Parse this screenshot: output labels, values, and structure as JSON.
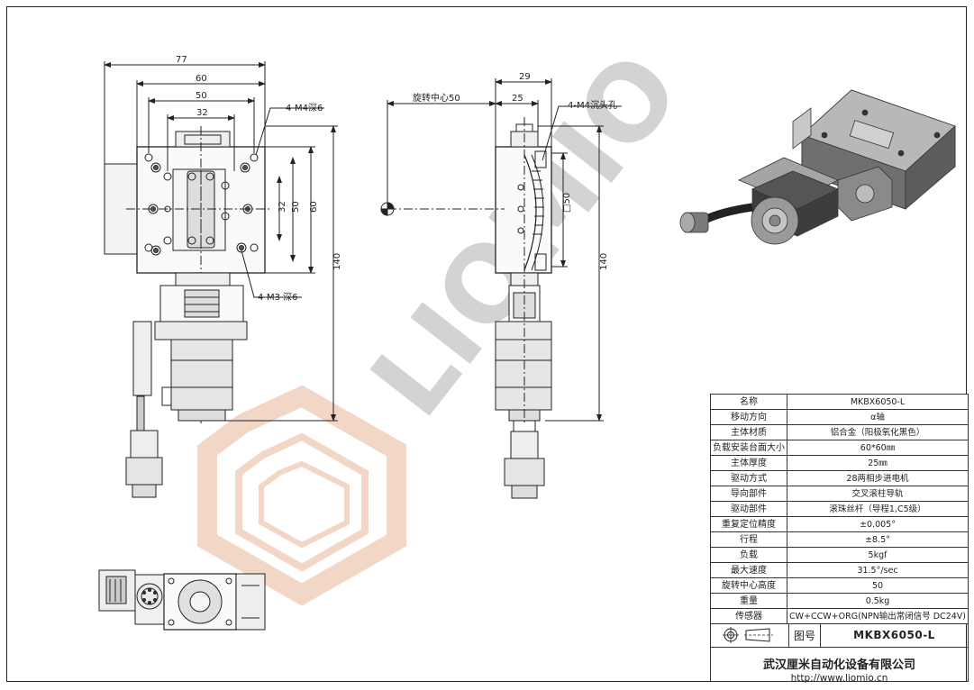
{
  "watermark": {
    "brand": "LIOMIO"
  },
  "dims": {
    "front": {
      "d77": "77",
      "d60": "60",
      "d50": "50",
      "d32": "32",
      "hole_top": "4-M4深6",
      "hole_bottom": "4-M3 深6",
      "v32": "32",
      "v50": "50",
      "v60": "60",
      "v140": "140"
    },
    "side": {
      "rot_center": "旋转中心50",
      "d29": "29",
      "d25": "25",
      "hole": "4-M4沉头孔",
      "sq50": "□50",
      "v140": "140"
    }
  },
  "spec_table": {
    "rows": [
      {
        "key": "名称",
        "value": "MKBX6050-L"
      },
      {
        "key": "移动方向",
        "value": "α轴"
      },
      {
        "key": "主体材质",
        "value": "铝合金（阳极氧化黑色）"
      },
      {
        "key": "负载安装台面大小",
        "value": "60*60㎜"
      },
      {
        "key": "主体厚度",
        "value": "25㎜"
      },
      {
        "key": "驱动方式",
        "value": "28两相步进电机"
      },
      {
        "key": "导向部件",
        "value": "交叉滚柱导轨"
      },
      {
        "key": "驱动部件",
        "value": "滚珠丝杆（导程1,C5级）"
      },
      {
        "key": "重复定位精度",
        "value": "±0.005°"
      },
      {
        "key": "行程",
        "value": "±8.5°"
      },
      {
        "key": "负载",
        "value": "5kgf"
      },
      {
        "key": "最大速度",
        "value": "31.5°/sec"
      },
      {
        "key": "旋转中心高度",
        "value": "50"
      },
      {
        "key": "重量",
        "value": "0.5kg"
      },
      {
        "key": "传感器",
        "value": "CW+CCW+ORG(NPN输出常闭信号 DC24V)"
      }
    ],
    "drawing_no_label": "图号",
    "model": "MKBX6050-L",
    "company": "武汉厘米自动化设备有限公司",
    "url": "http://www.liomio.cn"
  },
  "colors": {
    "line": "#222222",
    "metal": "#9a9a9a",
    "watermark_orange": "#e8b89a",
    "watermark_gray": "#b5b5b5"
  }
}
